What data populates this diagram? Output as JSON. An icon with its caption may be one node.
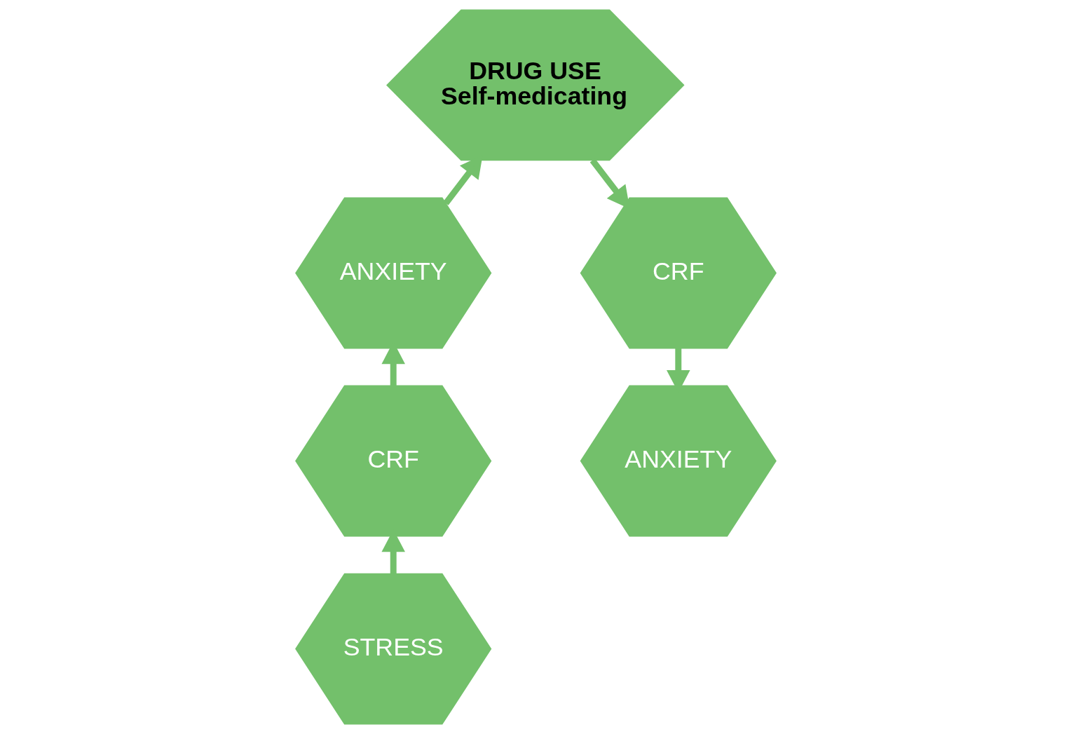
{
  "diagram": {
    "nodes": [
      {
        "text": [
          "STRESS"
        ]
      },
      {
        "text": [
          "CRF"
        ]
      },
      {
        "text": [
          "ANXIETY"
        ]
      },
      {
        "text": [
          "DRUG USE",
          "Self-medicating"
        ]
      },
      {
        "text": [
          "CRF"
        ]
      },
      {
        "text": [
          "ANXIETY"
        ]
      }
    ],
    "edges": [
      {
        "from": 0,
        "to": 1,
        "arrow": "to"
      },
      {
        "from": 1,
        "to": 2,
        "arrow": "to"
      },
      {
        "from": 2,
        "to": 3,
        "arrow": "to"
      },
      {
        "from": 3,
        "to": 4,
        "arrow": "to"
      },
      {
        "from": 4,
        "to": 5,
        "arrow": "to"
      }
    ]
  }
}
